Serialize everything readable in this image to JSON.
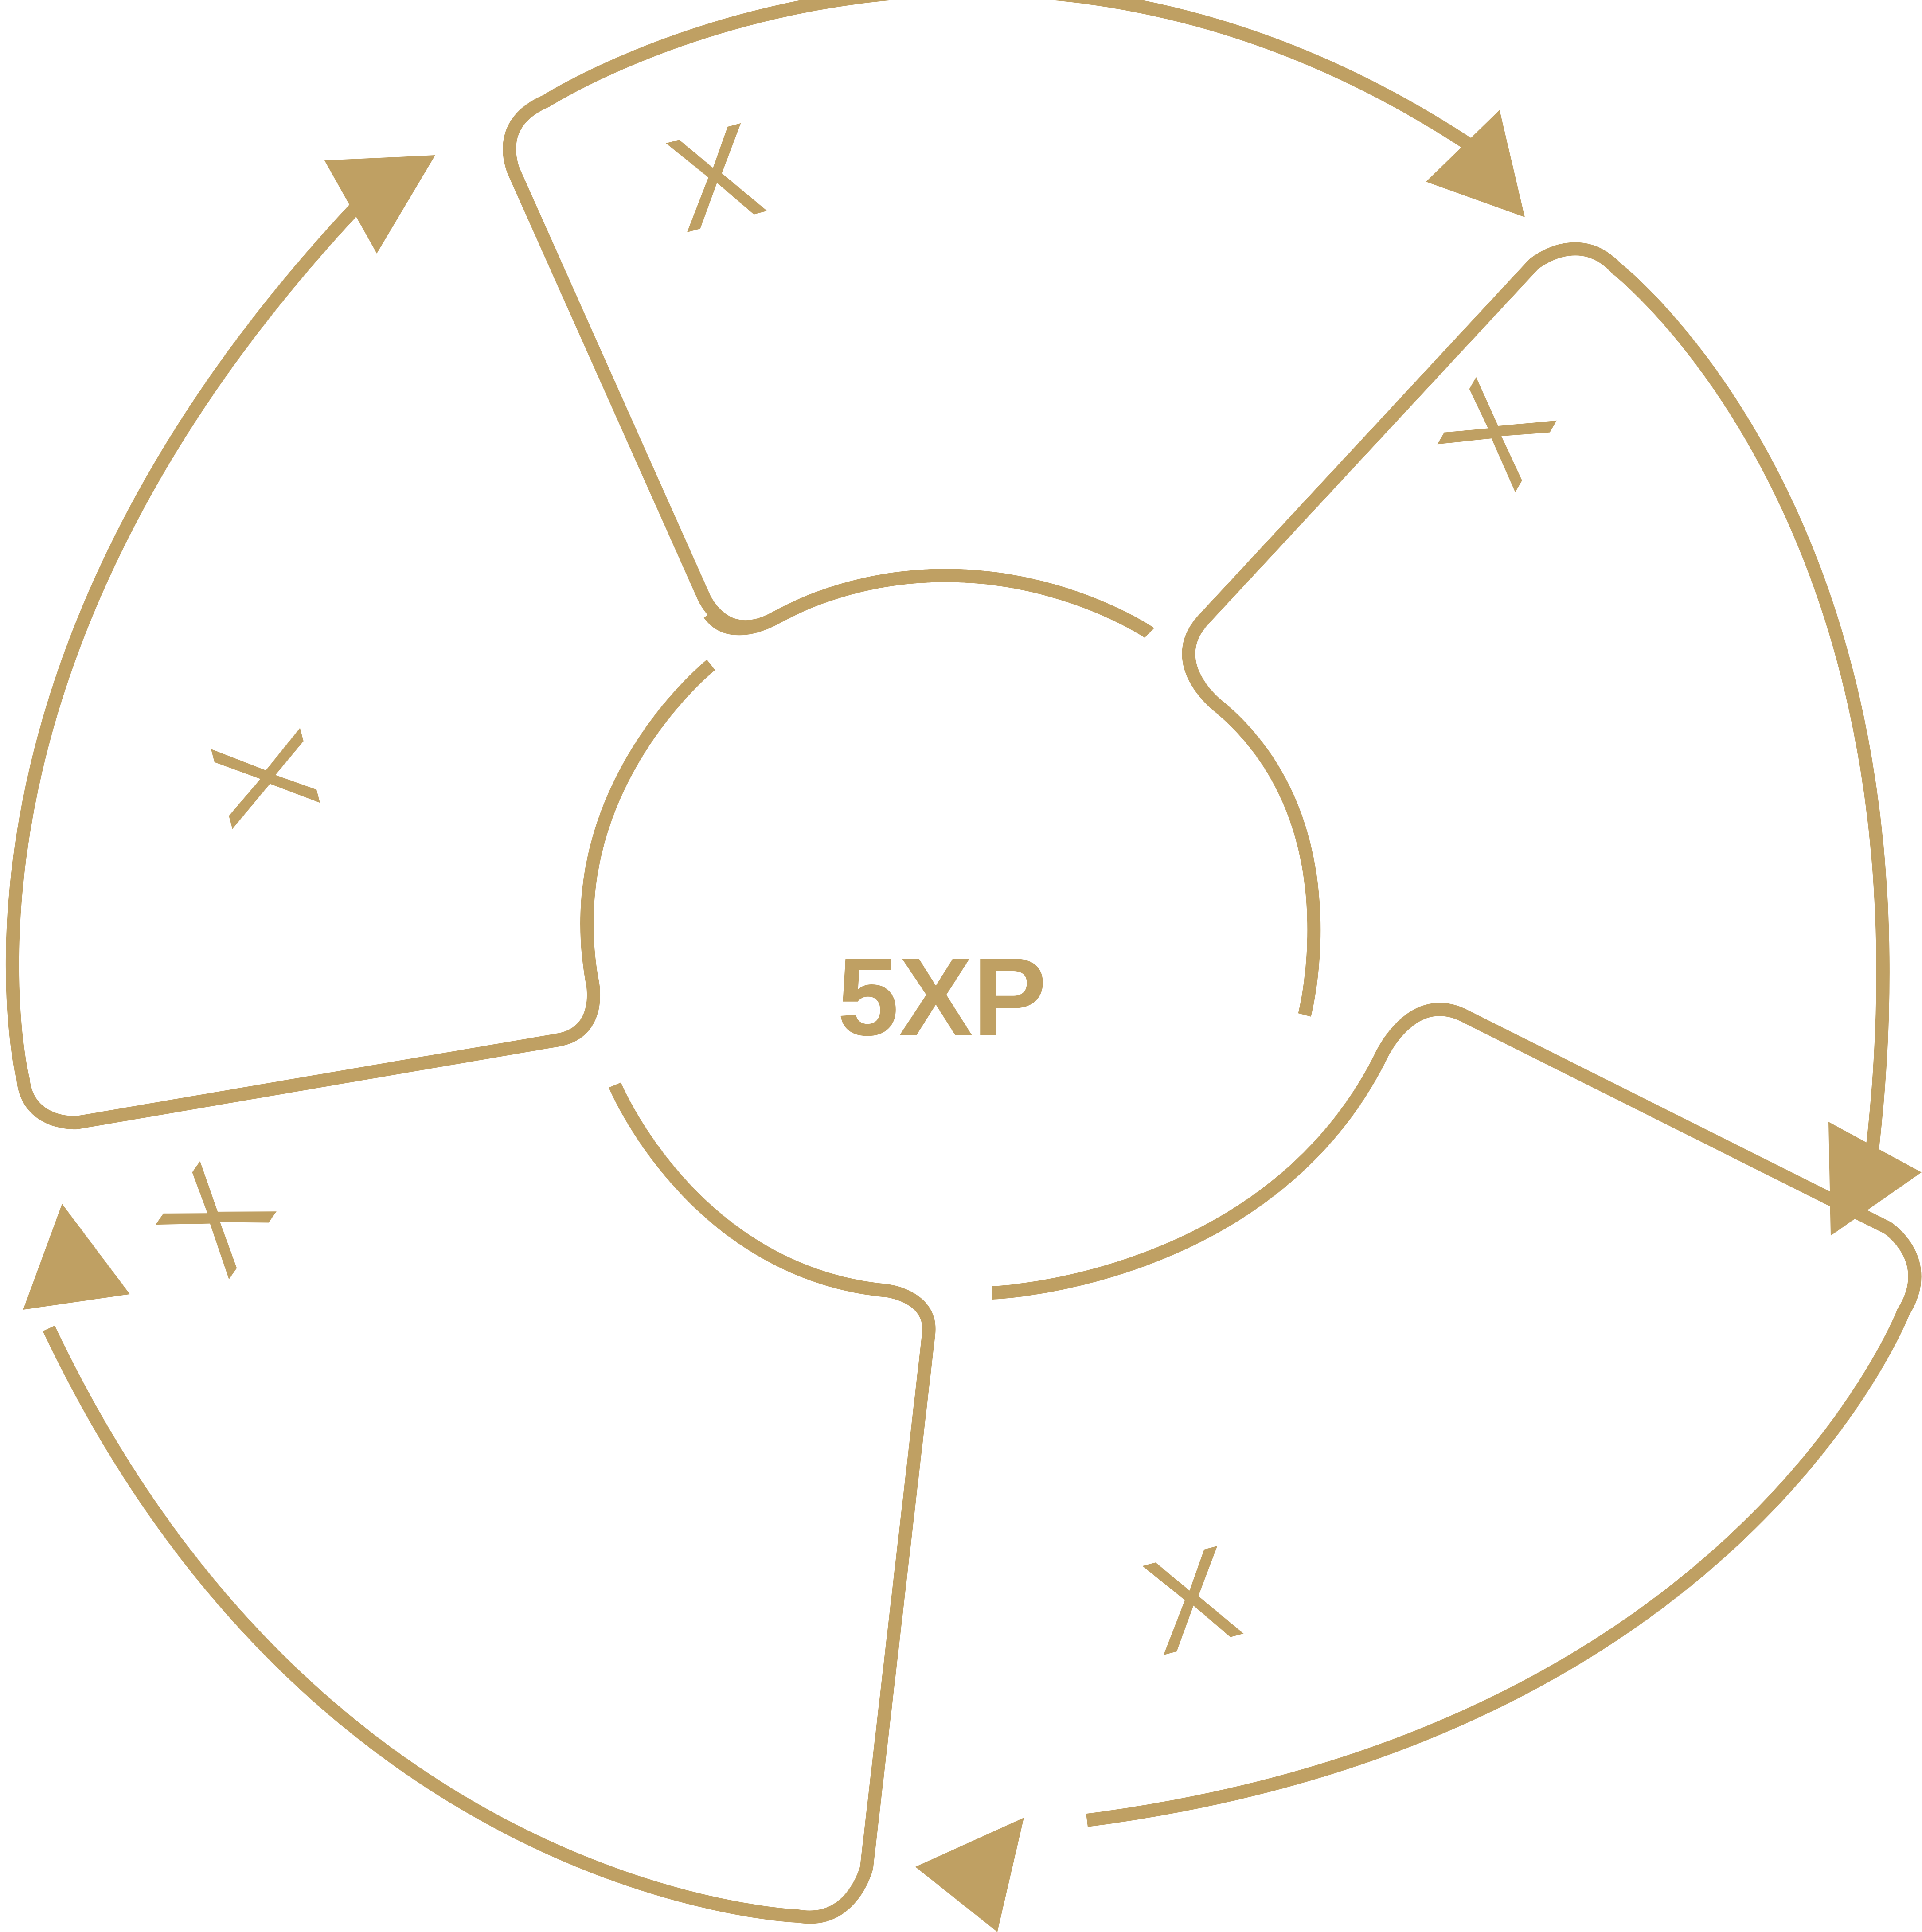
{
  "center": {
    "label": "5XP"
  },
  "marks": {
    "x_label": "X"
  },
  "colors": {
    "accent": "#BFA063",
    "background": "#FFFFFF"
  },
  "steps": [
    {
      "name": "top"
    },
    {
      "name": "right"
    },
    {
      "name": "bottom-right"
    },
    {
      "name": "bottom-left"
    },
    {
      "name": "left"
    }
  ]
}
